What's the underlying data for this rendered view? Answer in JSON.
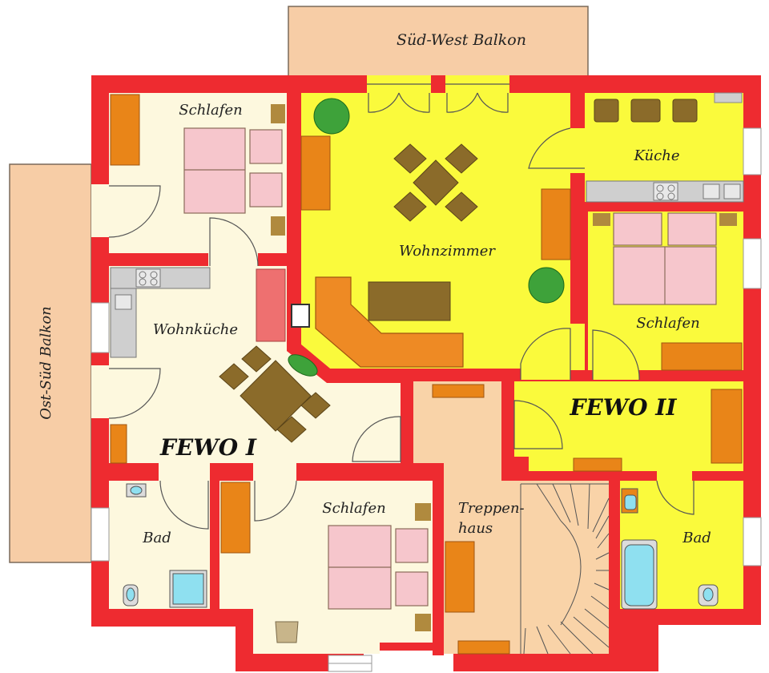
{
  "balconies": {
    "south_west": "Süd-West Balkon",
    "east_south": "Ost-Süd Balkon"
  },
  "rooms": {
    "schlafen_nw": "Schlafen",
    "wohnzimmer": "Wohnzimmer",
    "kueche": "Küche",
    "schlafen_e": "Schlafen",
    "wohnkueche": "Wohnküche",
    "schlafen_s": "Schlafen",
    "bad_w": "Bad",
    "bad_e": "Bad",
    "treppenhaus_1": "Treppen-",
    "treppenhaus_2": "haus"
  },
  "units": {
    "fewo_1": "FEWO I",
    "fewo_2": "FEWO II"
  },
  "colors": {
    "wall": "#ee2b30",
    "yellow_room": "#fafa3c",
    "cream_room": "#fdf8de",
    "balcony": "#f7cda6",
    "stair": "#f9d3a8",
    "bed": "#f6c6cc",
    "table": "#8b6b2a",
    "cabinet": "#e98518"
  }
}
